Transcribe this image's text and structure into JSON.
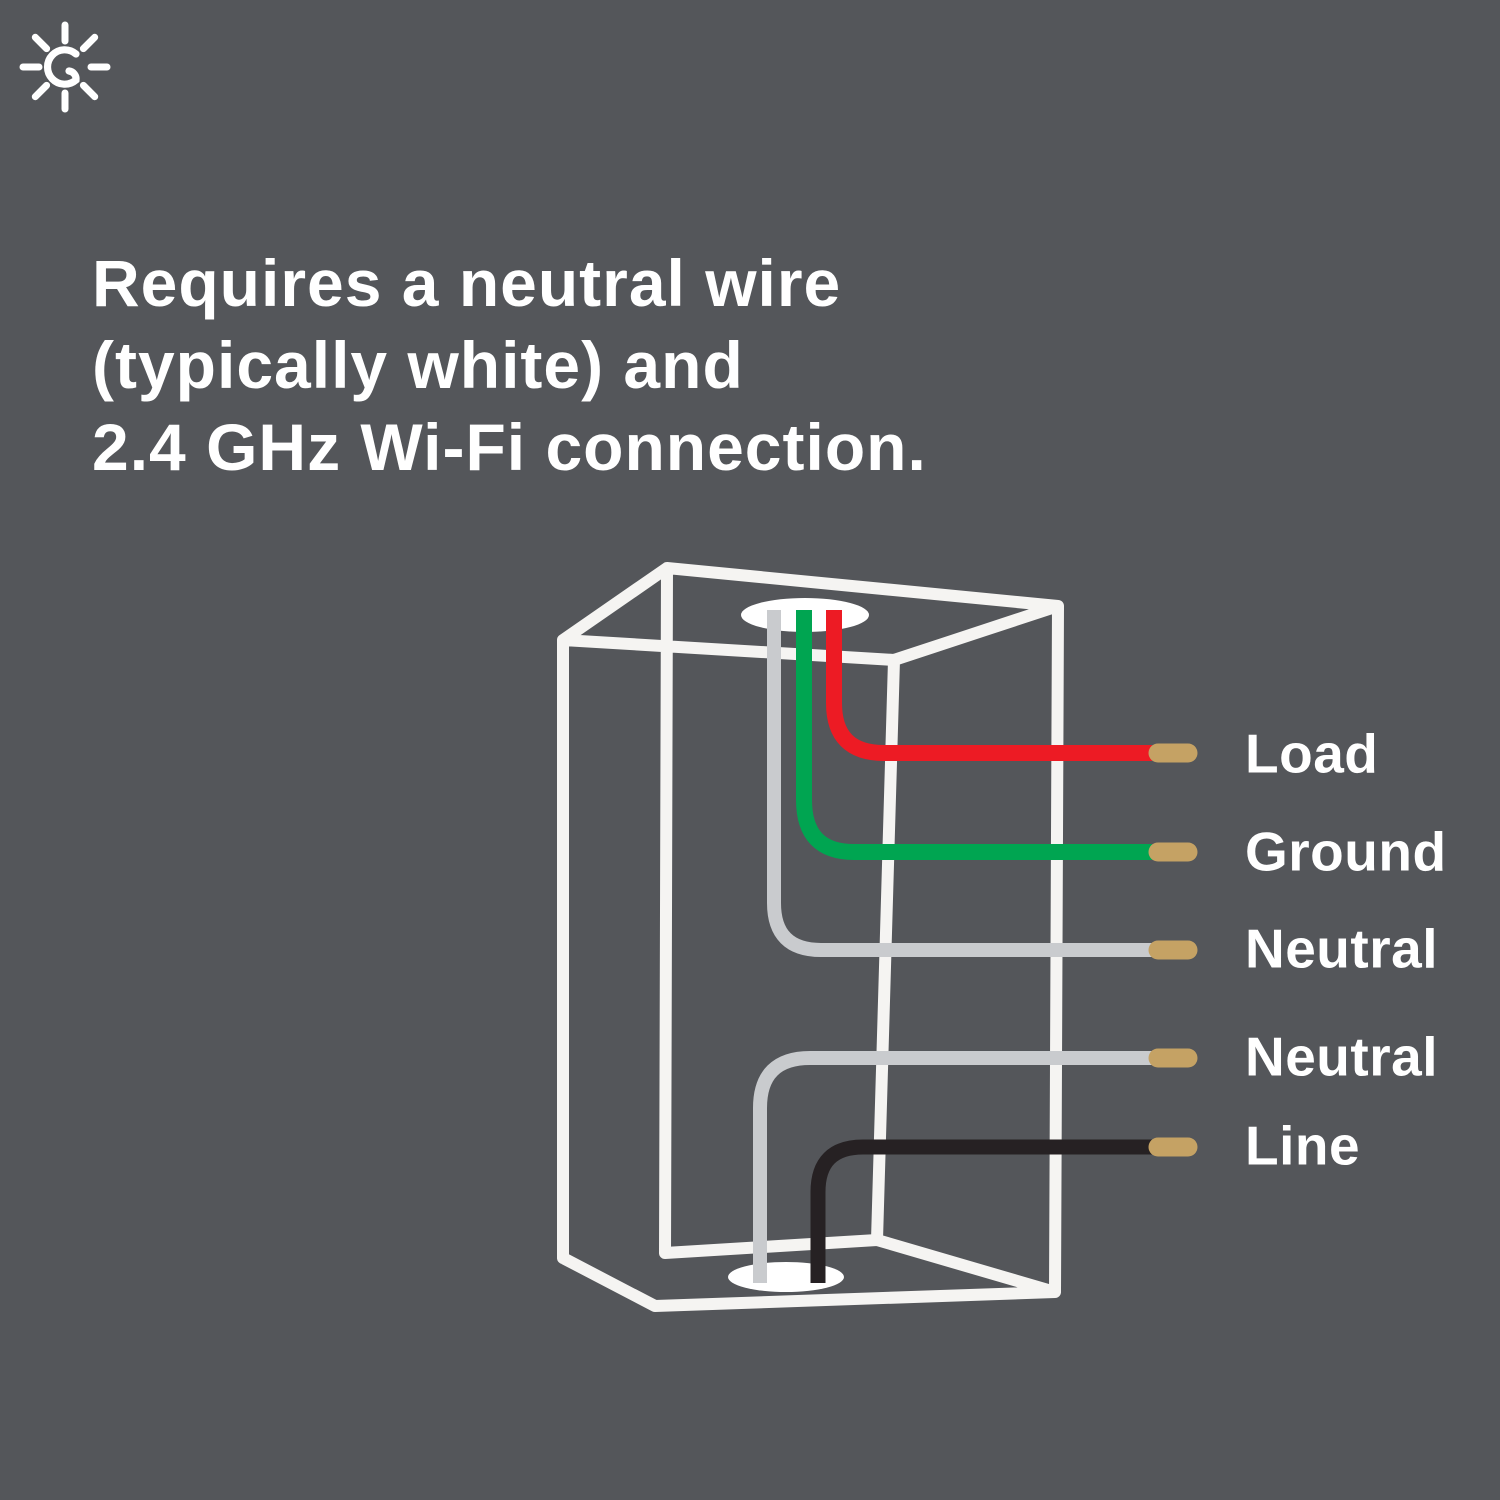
{
  "page": {
    "background_color": "#54565a"
  },
  "logo": {
    "icon": "cync-sun-logo",
    "color": "#ffffff"
  },
  "heading": {
    "color": "#ffffff",
    "line1": "Requires a neutral wire",
    "line2": "(typically white) and",
    "line3": "2.4 GHz Wi-Fi connection."
  },
  "diagram": {
    "box_outline_color": "#f5f4f2",
    "hole_color": "#ffffff",
    "bare_wire_tip_color": "#c5a264",
    "wires": [
      {
        "label": "Load",
        "color": "#ed1b24"
      },
      {
        "label": "Ground",
        "color": "#00a551"
      },
      {
        "label": "Neutral",
        "color": "#c9cbce"
      },
      {
        "label": "Neutral",
        "color": "#c9cbce"
      },
      {
        "label": "Line",
        "color": "#262123"
      }
    ]
  }
}
